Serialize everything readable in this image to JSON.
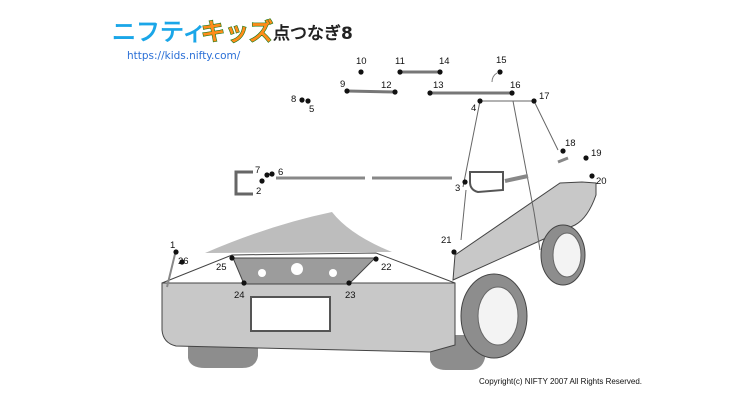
{
  "header": {
    "logo_part1": "ニフティ",
    "logo_part2": "キッズ",
    "puzzle_title": "点つなぎ8",
    "url": "https://kids.nifty.com/"
  },
  "footer": {
    "copyright": "Copyright(c) NIFTY 2007 All Rights Reserved."
  },
  "dots": [
    {
      "n": "1"
    },
    {
      "n": "2"
    },
    {
      "n": "3"
    },
    {
      "n": "4"
    },
    {
      "n": "5"
    },
    {
      "n": "6"
    },
    {
      "n": "7"
    },
    {
      "n": "8"
    },
    {
      "n": "9"
    },
    {
      "n": "10"
    },
    {
      "n": "11"
    },
    {
      "n": "12"
    },
    {
      "n": "13"
    },
    {
      "n": "14"
    },
    {
      "n": "15"
    },
    {
      "n": "16"
    },
    {
      "n": "17"
    },
    {
      "n": "18"
    },
    {
      "n": "19"
    },
    {
      "n": "20"
    },
    {
      "n": "21"
    },
    {
      "n": "22"
    },
    {
      "n": "23"
    },
    {
      "n": "24"
    },
    {
      "n": "25"
    },
    {
      "n": "26"
    }
  ]
}
